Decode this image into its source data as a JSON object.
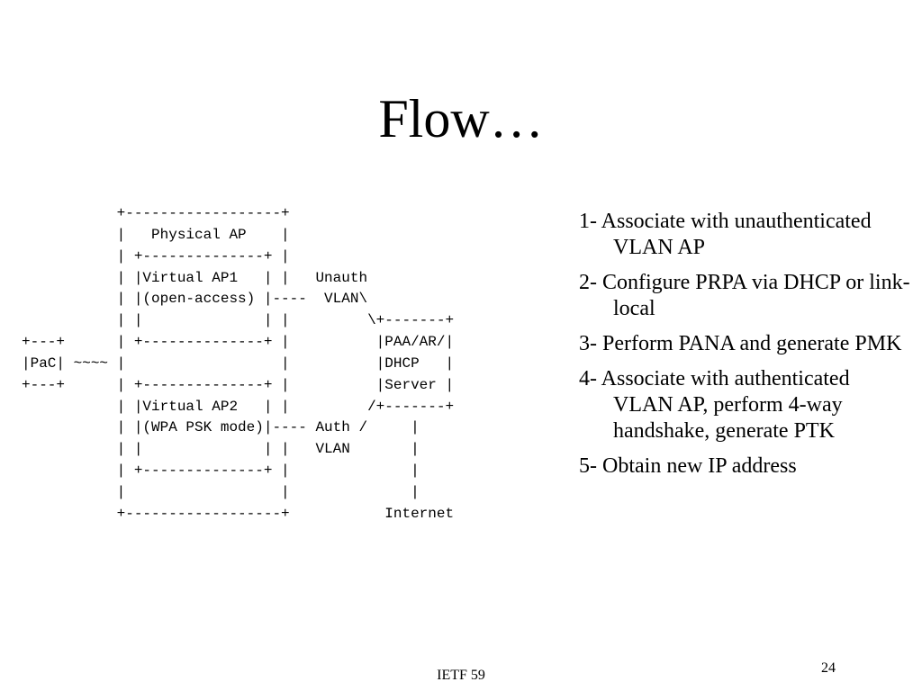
{
  "slide": {
    "title": "Flow…",
    "diagram_lines": [
      "           +------------------+",
      "           |   Physical AP    |",
      "           | +--------------+ |",
      "           | |Virtual AP1   | |   Unauth",
      "           | |(open-access) |----  VLAN\\",
      "           | |              | |         \\+-------+",
      "+---+      | +--------------+ |          |PAA/AR/|",
      "|PaC| ~~~~ |                  |          |DHCP   |",
      "+---+      | +--------------+ |          |Server |",
      "           | |Virtual AP2   | |         /+-------+",
      "           | |(WPA PSK mode)|---- Auth /     |",
      "           | |              | |   VLAN       |",
      "           | +--------------+ |              |",
      "           |                  |              |",
      "           +------------------+           Internet"
    ],
    "steps": [
      "1- Associate with unauthenticated VLAN AP",
      "2- Configure PRPA via DHCP or link-local",
      "3- Perform PANA and generate PMK",
      "4- Associate with authenticated VLAN AP, perform 4-way handshake, generate PTK",
      "5- Obtain new IP address"
    ]
  },
  "footer": {
    "center": "IETF 59",
    "page_number": "24"
  }
}
